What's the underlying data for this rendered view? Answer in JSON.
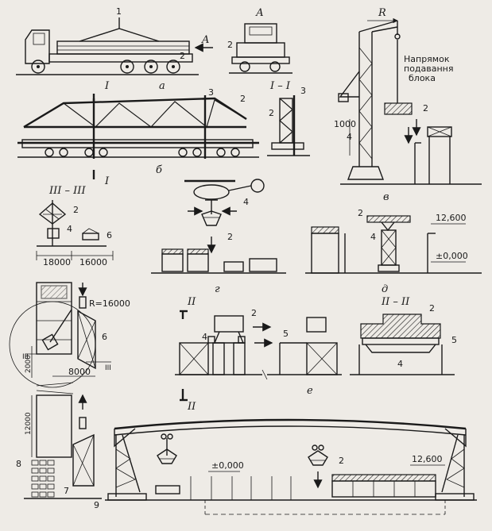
{
  "fig_a": {
    "label": "а",
    "view_label": "А",
    "callout_1": "1",
    "callout_2": "2",
    "callout_2b": "2",
    "arrow_label": "A"
  },
  "fig_b": {
    "label": "б",
    "section_mark_top": "I",
    "section_mark_bottom": "I",
    "section_label": "I – I",
    "callout_2": "2",
    "callout_3": "3",
    "callout_2s": "2",
    "callout_3s": "3"
  },
  "fig_v": {
    "label": "в",
    "radius": "R",
    "direction_text_1": "Напрямок",
    "direction_text_2": "подавання",
    "direction_text_3": "блока",
    "dim_1000": "1000",
    "callout_2": "2",
    "callout_4": "4"
  },
  "fig_g": {
    "label": "г",
    "section_label": "III – III",
    "callout_2": "2",
    "callout_4": "4",
    "callout_6": "6",
    "callout_2h": "2",
    "callout_4h": "4",
    "dim_18000": "18000",
    "dim_16000": "16000"
  },
  "fig_d": {
    "label": "д",
    "callout_2": "2",
    "callout_4": "4",
    "elev_top": "12,600",
    "elev_zero": "±0,000"
  },
  "fig_plan": {
    "radius": "R=16000",
    "dim_2000": "2000",
    "dim_8000": "8000",
    "dim_12000": "12000",
    "mark_iii_left": "III",
    "mark_iii_right": "III",
    "callout_6": "6",
    "callout_7": "7",
    "callout_8": "8",
    "callout_9": "9"
  },
  "fig_e": {
    "label": "е",
    "section_mark_top": "II",
    "section_mark_bottom": "II",
    "section_label": "II – II",
    "callout_2": "2",
    "callout_4": "4",
    "callout_5": "5",
    "callout_2s": "2",
    "callout_4s": "4",
    "callout_5s": "5"
  },
  "fig_gantry": {
    "callout_2": "2",
    "elev_zero": "±0,000",
    "elev_top": "12,600"
  }
}
